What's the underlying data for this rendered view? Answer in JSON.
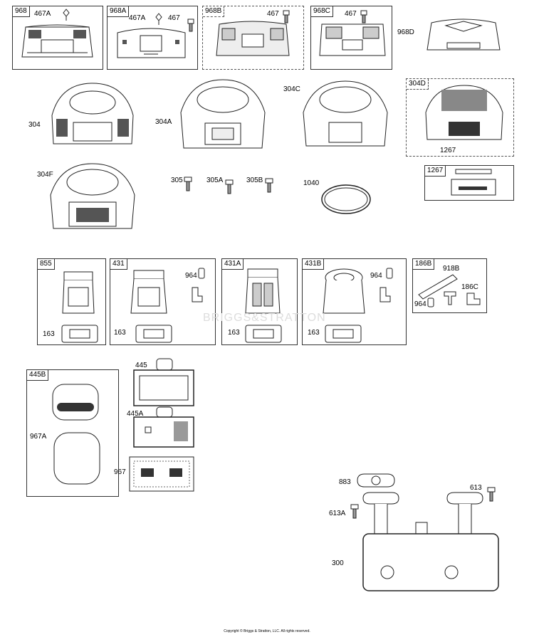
{
  "diagram": {
    "groups": [
      {
        "id": "968",
        "label": "968"
      },
      {
        "id": "968A",
        "label": "968A"
      },
      {
        "id": "968B",
        "label": "968B"
      },
      {
        "id": "968C",
        "label": "968C"
      },
      {
        "id": "304D",
        "label": "304D"
      },
      {
        "id": "1267",
        "label": "1267"
      },
      {
        "id": "855",
        "label": "855"
      },
      {
        "id": "431",
        "label": "431"
      },
      {
        "id": "431A",
        "label": "431A"
      },
      {
        "id": "431B",
        "label": "431B"
      },
      {
        "id": "186B",
        "label": "186B"
      },
      {
        "id": "445B",
        "label": "445B"
      }
    ],
    "labels": {
      "p467a_1": "467A",
      "p467a_2": "467A",
      "p467_1": "467",
      "p467_2": "467",
      "p467_3": "467",
      "p968d": "968D",
      "p304": "304",
      "p304a": "304A",
      "p304c": "304C",
      "p1267": "1267",
      "p304f": "304F",
      "p305": "305",
      "p305a": "305A",
      "p305b": "305B",
      "p1040": "1040",
      "p163_1": "163",
      "p163_2": "163",
      "p163_3": "163",
      "p163_4": "163",
      "p964_1": "964",
      "p964_2": "964",
      "p964_3": "964",
      "p918b": "918B",
      "p186c": "186C",
      "p445": "445",
      "p445a": "445A",
      "p967": "967",
      "p967a": "967A",
      "p883": "883",
      "p613": "613",
      "p613a": "613A",
      "p300": "300"
    },
    "watermark": "BRIGGS&STRATTON",
    "copyright": "Copyright © Briggs & Stratton, LLC. All rights reserved."
  }
}
